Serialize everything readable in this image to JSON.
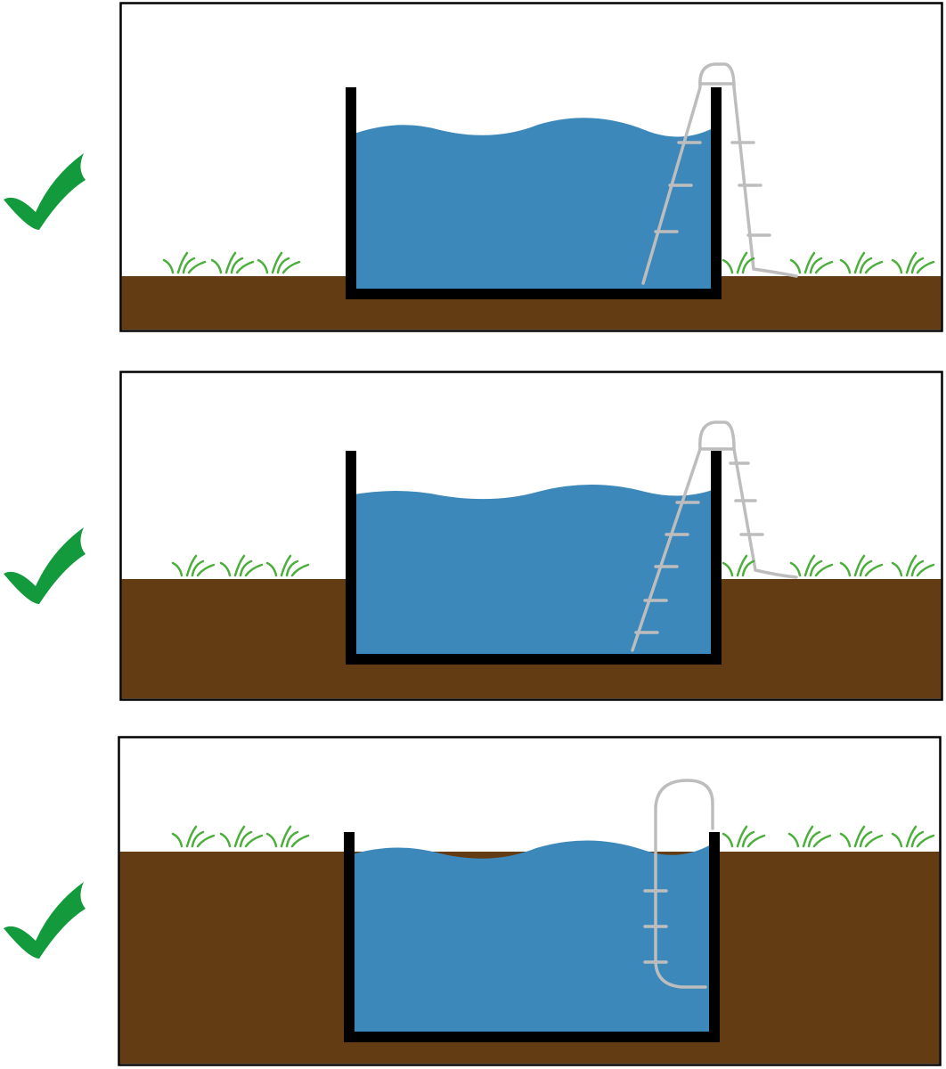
{
  "colors": {
    "check": "#129a3c",
    "soil": "#633c14",
    "water": "#3d88ba",
    "wall": "#000000",
    "ladder": "#bdbdbd",
    "grass": "#4caf3c",
    "frame": "#000000",
    "background": "#ffffff"
  },
  "panels": [
    {
      "placement": "above-ground",
      "checked": true,
      "ladder": "a-frame",
      "icon": "checkmark-icon"
    },
    {
      "placement": "half-sunk",
      "checked": true,
      "ladder": "a-frame",
      "icon": "checkmark-icon"
    },
    {
      "placement": "in-ground",
      "checked": true,
      "ladder": "in-pool",
      "icon": "checkmark-icon"
    }
  ]
}
